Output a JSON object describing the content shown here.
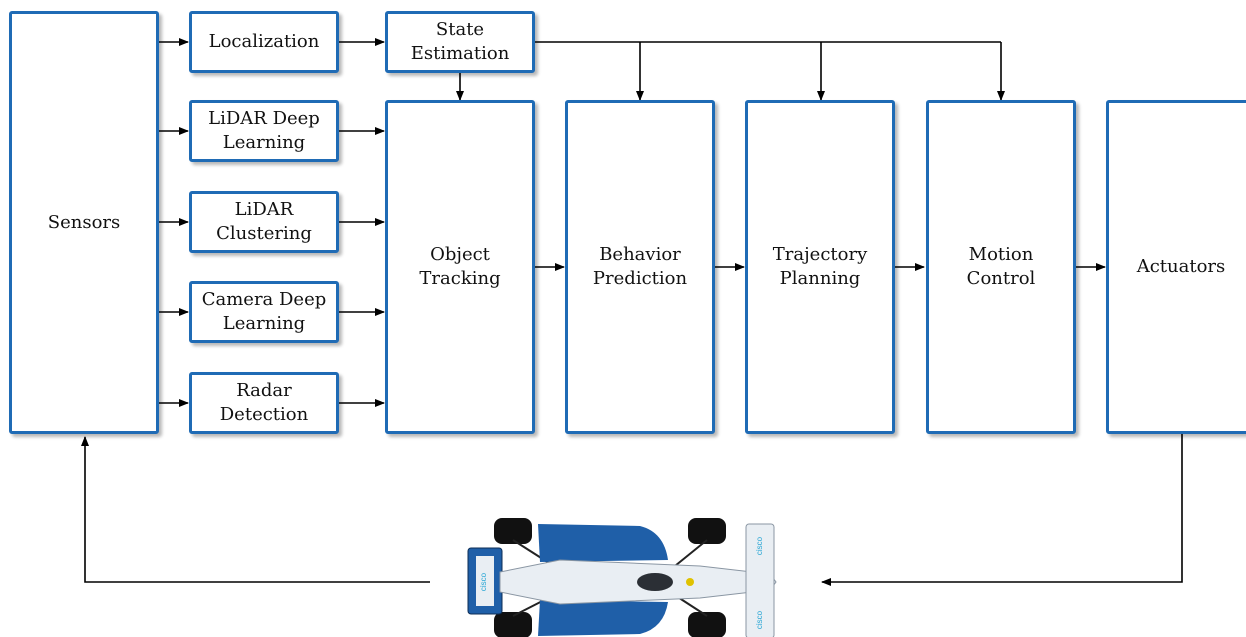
{
  "diagram": {
    "blocks": {
      "sensors": "Sensors",
      "localization": "Localization",
      "state_estimation": "State\nEstimation",
      "lidar_deep_learning": "LiDAR Deep\nLearning",
      "lidar_clustering": "LiDAR\nClustering",
      "camera_deep_learning": "Camera Deep\nLearning",
      "radar_detection": "Radar\nDetection",
      "object_tracking": "Object\nTracking",
      "behavior_prediction": "Behavior\nPrediction",
      "trajectory_planning": "Trajectory\nPlanning",
      "motion_control": "Motion\nControl",
      "actuators": "Actuators"
    },
    "car_sponsor_text": "cisco",
    "colors": {
      "block_border": "#1f6bb5",
      "arrow": "#000000",
      "car_body": "#1f5fa8",
      "car_white": "#e9eef3"
    }
  }
}
